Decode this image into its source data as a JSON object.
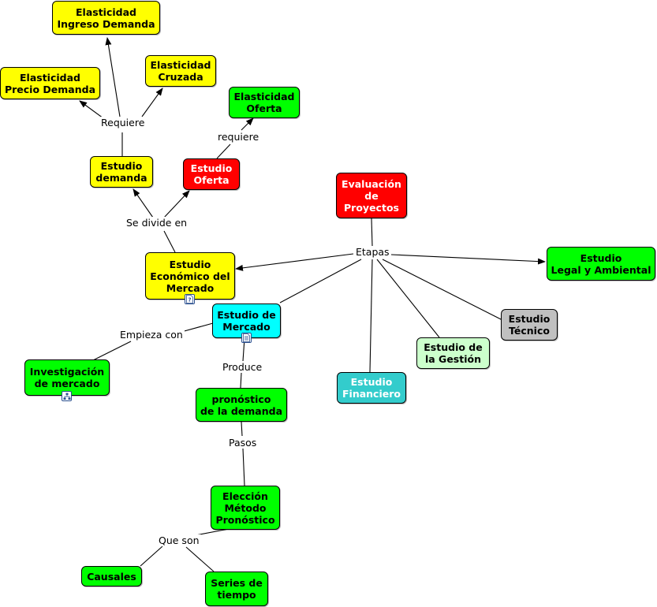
{
  "colors": {
    "yellow": "#ffff00",
    "green": "#00ff00",
    "red": "#ff0000",
    "cyan": "#00ffff",
    "teal": "#33cccc",
    "light_green": "#ccffcc",
    "gray": "#c0c0c0",
    "line": "#000000"
  },
  "nodes": {
    "elasticidad_ingreso": "Elasticidad\nIngreso Demanda",
    "elasticidad_precio": "Elasticidad\nPrecio Demanda",
    "elasticidad_cruzada": "Elasticidad\nCruzada",
    "elasticidad_oferta": "Elasticidad\nOferta",
    "estudio_demanda": "Estudio\ndemanda",
    "estudio_oferta": "Estudio\nOferta",
    "evaluacion_proyectos": "Evaluación\nde\nProyectos",
    "estudio_economico": "Estudio\nEconómico del\nMercado",
    "estudio_legal": "Estudio\nLegal y Ambiental",
    "estudio_mercado": "Estudio de\nMercado",
    "estudio_tecnico": "Estudio\nTécnico",
    "estudio_gestion": "Estudio de\nla Gestión",
    "estudio_financiero": "Estudio\nFinanciero",
    "investigacion_mercado": "Investigación\nde mercado",
    "pronostico_demanda": "pronóstico\nde la demanda",
    "eleccion_metodo": "Elección\nMétodo\nPronóstico",
    "causales": "Causales",
    "series_tiempo": "Series de\ntiempo"
  },
  "links": {
    "requiere_demanda": "Requiere",
    "requiere_oferta": "requiere",
    "se_divide_en": "Se divide en",
    "etapas": "Etapas",
    "empieza_con": "Empieza con",
    "produce": "Produce",
    "pasos": "Pasos",
    "que_son": "Que son"
  },
  "icons": {
    "estudio_economico": "help-document-icon",
    "estudio_mercado": "document-icon",
    "investigacion_mercado": "concept-map-icon"
  }
}
